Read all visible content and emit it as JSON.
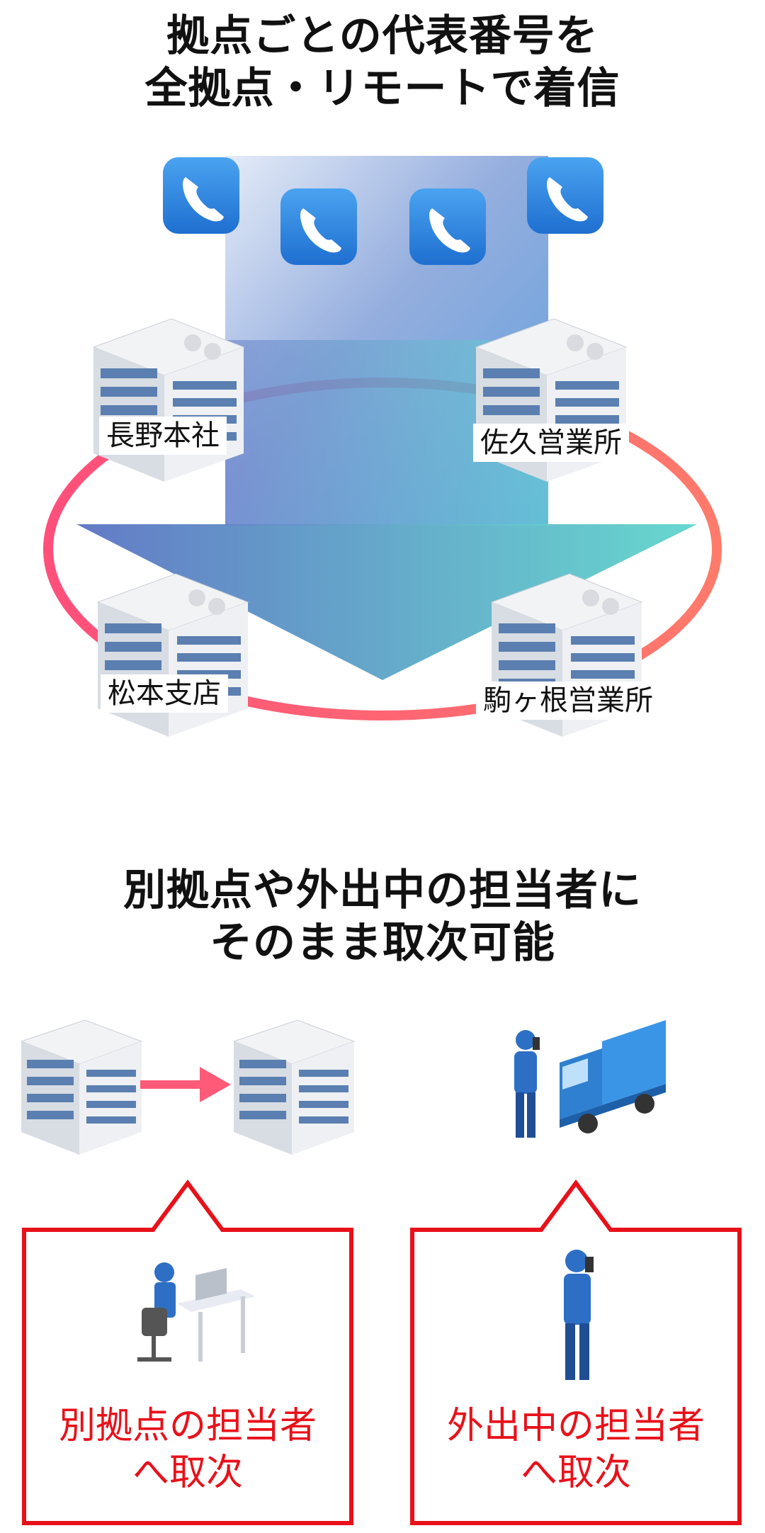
{
  "section1": {
    "title_line1": "拠点ごとの代表番号を",
    "title_line2": "全拠点・リモートで着信",
    "phone_icons": [
      "phone-icon",
      "phone-icon",
      "phone-icon",
      "phone-icon"
    ],
    "sites": {
      "top_left": "長野本社",
      "top_right": "佐久営業所",
      "bottom_left": "松本支店",
      "bottom_right": "駒ヶ根営業所"
    }
  },
  "section2": {
    "title_line1": "別拠点や外出中の担当者に",
    "title_line2": "そのまま取次可能",
    "left_callout": {
      "line1": "別拠点の担当者",
      "line2": "へ取次"
    },
    "right_callout": {
      "line1": "外出中の担当者",
      "line2": "へ取次"
    }
  },
  "colors": {
    "ring_gradient": [
      "#ff4f7b",
      "#ff7a6b"
    ],
    "arrow_gradient": [
      "#5b74c4",
      "#5fd6cc"
    ],
    "phone_blue": "#2f86e0",
    "callout_red": "#e8111a",
    "worker_blue": "#2d6fc4",
    "truck_blue": "#2f8be0"
  }
}
